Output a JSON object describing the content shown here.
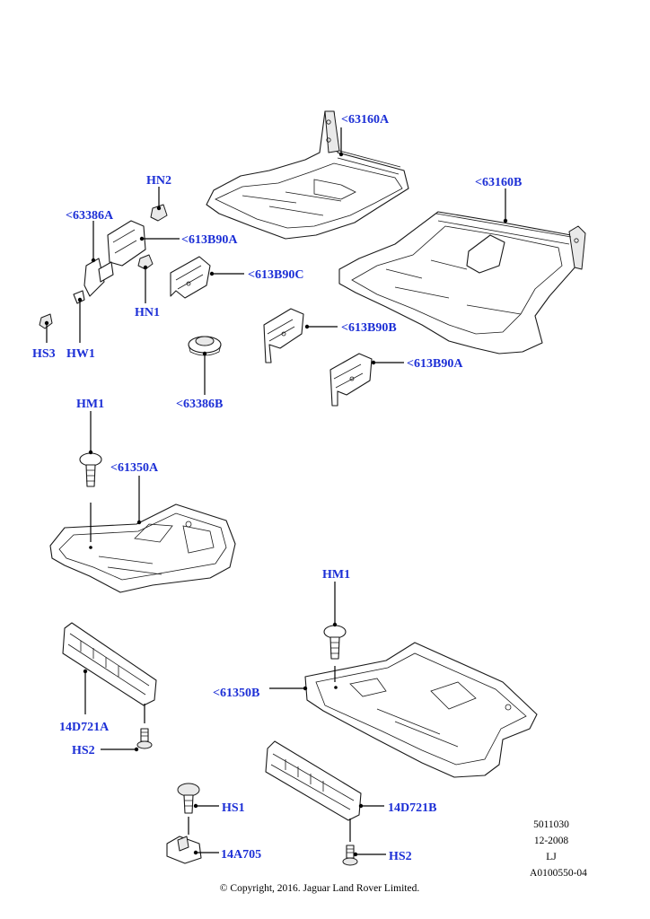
{
  "callouts": {
    "c63160a": "<63160A",
    "c63160b": "<63160B",
    "hn2": "HN2",
    "c63386a": "<63386A",
    "c613b90a_top": "<613B90A",
    "c613b90c": "<613B90C",
    "hn1": "HN1",
    "hs3": "HS3",
    "hw1": "HW1",
    "c613b90b": "<613B90B",
    "c613b90a_right": "<613B90A",
    "c63386b": "<63386B",
    "hm1_left": "HM1",
    "c61350a": "<61350A",
    "hm1_right": "HM1",
    "c61350b": "<61350B",
    "c14d721a": "14D721A",
    "hs2_left": "HS2",
    "hs1": "HS1",
    "c14a705": "14A705",
    "c14d721b": "14D721B",
    "hs2_right": "HS2"
  },
  "meta": {
    "code": "5011030",
    "date": "12-2008",
    "initials": "LJ",
    "ref": "A0100550-04"
  },
  "copyright": "© Copyright, 2016. Jaguar Land Rover Limited.",
  "colors": {
    "label": "#1c2fd6",
    "line": "#000000",
    "background": "#ffffff"
  }
}
